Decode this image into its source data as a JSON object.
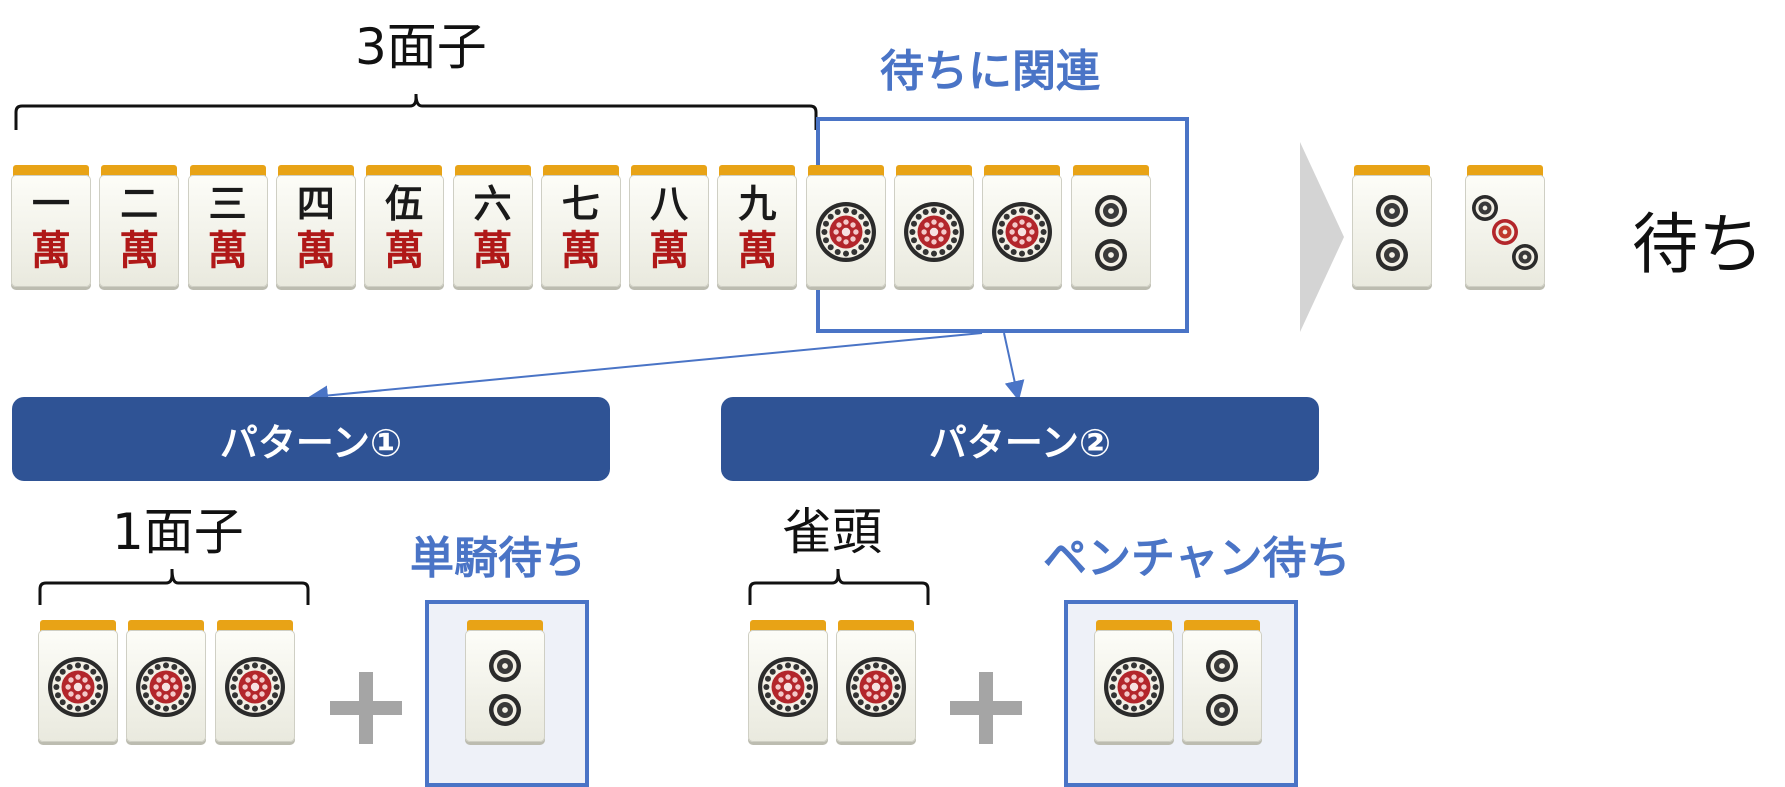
{
  "hand": {
    "top_label": "3面子",
    "highlight_label": "待ちに関連",
    "tiles": [
      {
        "char": "一",
        "kind": "man"
      },
      {
        "char": "二",
        "kind": "man"
      },
      {
        "char": "三",
        "kind": "man"
      },
      {
        "char": "四",
        "kind": "man"
      },
      {
        "char": "伍",
        "kind": "man"
      },
      {
        "char": "六",
        "kind": "man"
      },
      {
        "char": "七",
        "kind": "man"
      },
      {
        "char": "八",
        "kind": "man"
      },
      {
        "char": "九",
        "kind": "man"
      },
      {
        "kind": "pin1"
      },
      {
        "kind": "pin1"
      },
      {
        "kind": "pin1"
      },
      {
        "kind": "pin2"
      }
    ],
    "man_suffix": "萬"
  },
  "result": {
    "tiles": [
      {
        "kind": "pin2"
      },
      {
        "kind": "pin3"
      }
    ],
    "label": "待ち"
  },
  "patterns": [
    {
      "title": "パターン①",
      "group_label": "1面子",
      "wait_label": "単騎待ち"
    },
    {
      "title": "パターン②",
      "group_label": "雀頭",
      "wait_label": "ペンチャン待ち"
    }
  ],
  "plus_sign": "+",
  "colors": {
    "accent_blue": "#4a74c6",
    "banner_blue": "#2f5395",
    "tile_cap": "#e8a316",
    "man_red": "#b01818"
  }
}
